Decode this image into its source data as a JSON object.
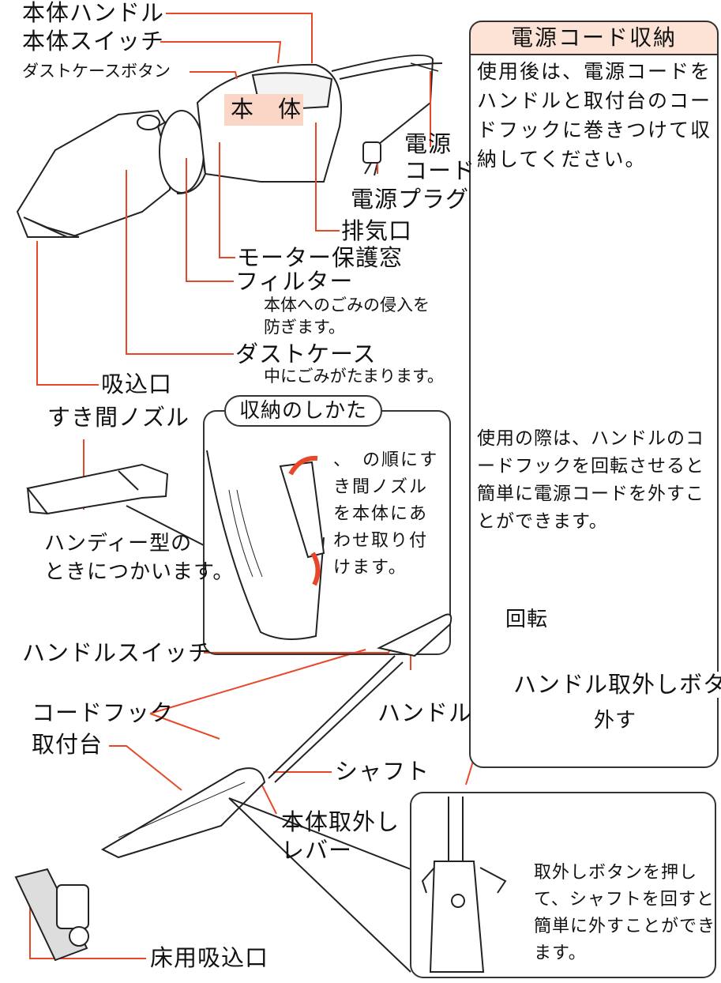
{
  "labels": {
    "body_handle": "本体ハンドル",
    "body_switch": "本体スイッチ",
    "dust_case_button": "ダストケースボタン",
    "main_body": "本　体",
    "power_source": "電源",
    "power_cord": "コード",
    "power_plug": "電源プラグ",
    "exhaust": "排気口",
    "motor_window": "モーター保護窓",
    "filter": "フィルター",
    "filter_note_1": "本体へのごみの侵入を",
    "filter_note_2": "防ぎます。",
    "dust_case": "ダストケース",
    "dust_case_note": "中にごみがたまります。",
    "intake": "吸込口",
    "crevice_nozzle": "すき間ノズル",
    "crevice_note_1": "ハンディー型の",
    "crevice_note_2": "ときにつかいます。",
    "handle_switch": "ハンドルスイッチ",
    "cord_hook": "コードフック",
    "handle": "ハンドル",
    "shaft": "シャフト",
    "base": "取付台",
    "release_lever_1": "本体取外し",
    "release_lever_2": "レバー",
    "floor_intake": "床用吸込口",
    "handle_release_button": "ハンドル取外しボタン",
    "handle_release_note": "取外しボタンを押して、シャフトを回すと簡単に外すことができます。"
  },
  "storage_box": {
    "title": "収納のしかた",
    "text": "、　の順にすき間ノズルを本体にあわせ取り付けます。"
  },
  "cord_panel": {
    "title": "電源コード収納",
    "text_top": "使用後は、電源コードをハンドルと取付台のコードフックに巻きつけて収納してください。",
    "text_mid": "使用の際は、ハンドルのコードフックを回転させると簡単に電源コードを外すことができます。",
    "rotate": "回転",
    "remove": "外す"
  },
  "colors": {
    "accent": "#e8472a",
    "tab_fill": "#fce3d6",
    "highlight": "#fbd5c5"
  }
}
